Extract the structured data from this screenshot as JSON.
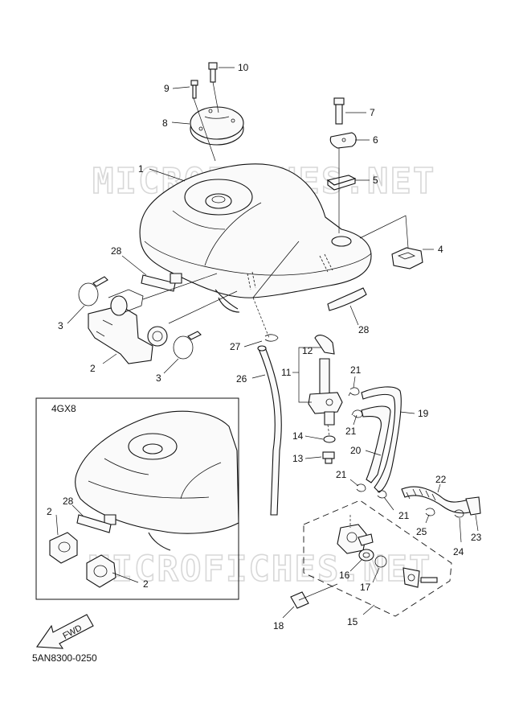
{
  "watermark": "MICROFICHES.NET",
  "inset_label": "4GX8",
  "fwd_label": "FWD",
  "diagram_code": "5AN8300-0250",
  "callouts": [
    {
      "id": "c1",
      "text": "1"
    },
    {
      "id": "c2a",
      "text": "2"
    },
    {
      "id": "c2b",
      "text": "2"
    },
    {
      "id": "c2c",
      "text": "2"
    },
    {
      "id": "c3a",
      "text": "3"
    },
    {
      "id": "c3b",
      "text": "3"
    },
    {
      "id": "c4",
      "text": "4"
    },
    {
      "id": "c5",
      "text": "5"
    },
    {
      "id": "c6",
      "text": "6"
    },
    {
      "id": "c7",
      "text": "7"
    },
    {
      "id": "c8",
      "text": "8"
    },
    {
      "id": "c9",
      "text": "9"
    },
    {
      "id": "c10",
      "text": "10"
    },
    {
      "id": "c11",
      "text": "11"
    },
    {
      "id": "c12",
      "text": "12"
    },
    {
      "id": "c13",
      "text": "13"
    },
    {
      "id": "c14",
      "text": "14"
    },
    {
      "id": "c15",
      "text": "15"
    },
    {
      "id": "c16",
      "text": "16"
    },
    {
      "id": "c17",
      "text": "17"
    },
    {
      "id": "c18",
      "text": "18"
    },
    {
      "id": "c19",
      "text": "19"
    },
    {
      "id": "c20",
      "text": "20"
    },
    {
      "id": "c21a",
      "text": "21"
    },
    {
      "id": "c21b",
      "text": "21"
    },
    {
      "id": "c21c",
      "text": "21"
    },
    {
      "id": "c21d",
      "text": "21"
    },
    {
      "id": "c22",
      "text": "22"
    },
    {
      "id": "c23",
      "text": "23"
    },
    {
      "id": "c24",
      "text": "24"
    },
    {
      "id": "c25",
      "text": "25"
    },
    {
      "id": "c26",
      "text": "26"
    },
    {
      "id": "c27",
      "text": "27"
    },
    {
      "id": "c28a",
      "text": "28"
    },
    {
      "id": "c28b",
      "text": "28"
    },
    {
      "id": "c28c",
      "text": "28"
    }
  ]
}
